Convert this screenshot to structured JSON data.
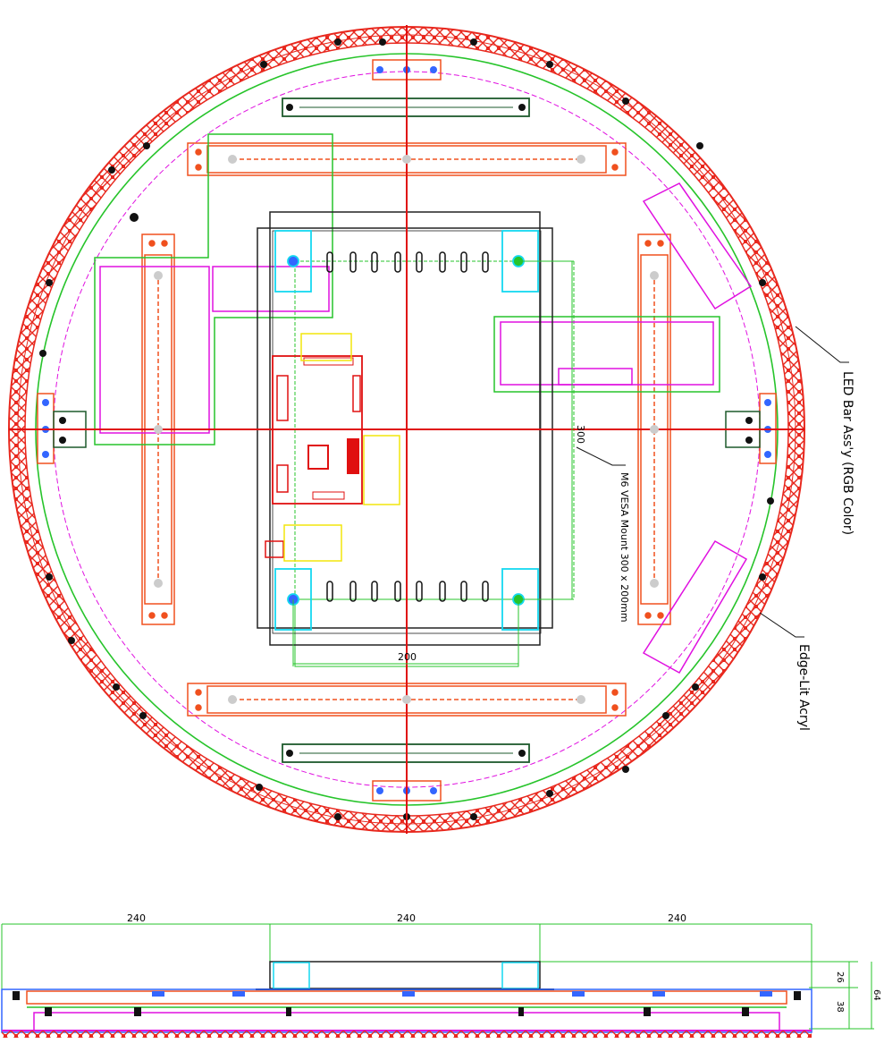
{
  "callouts": {
    "led_bar": "LED Bar Ass'y (RGB Color)",
    "edge_lit": "Edge-Lit Acryl",
    "vesa": "M6 VESA Mount 300 x 200mm"
  },
  "dimensions": {
    "vesa_height": "300",
    "vesa_width": "200",
    "side_left": "240",
    "side_center": "240",
    "side_right": "240",
    "thickness_top": "26",
    "thickness_bottom": "38",
    "thickness_total": "64"
  },
  "colors": {
    "led_ring": "#e8281e",
    "acrylic": "#27c42b",
    "bracket": "#f0501e",
    "magenta": "#e011e0",
    "cyan": "#14d8f0",
    "yellow": "#f2e60c",
    "dark_green": "#1d5a2c",
    "centerline": "#e01010"
  }
}
